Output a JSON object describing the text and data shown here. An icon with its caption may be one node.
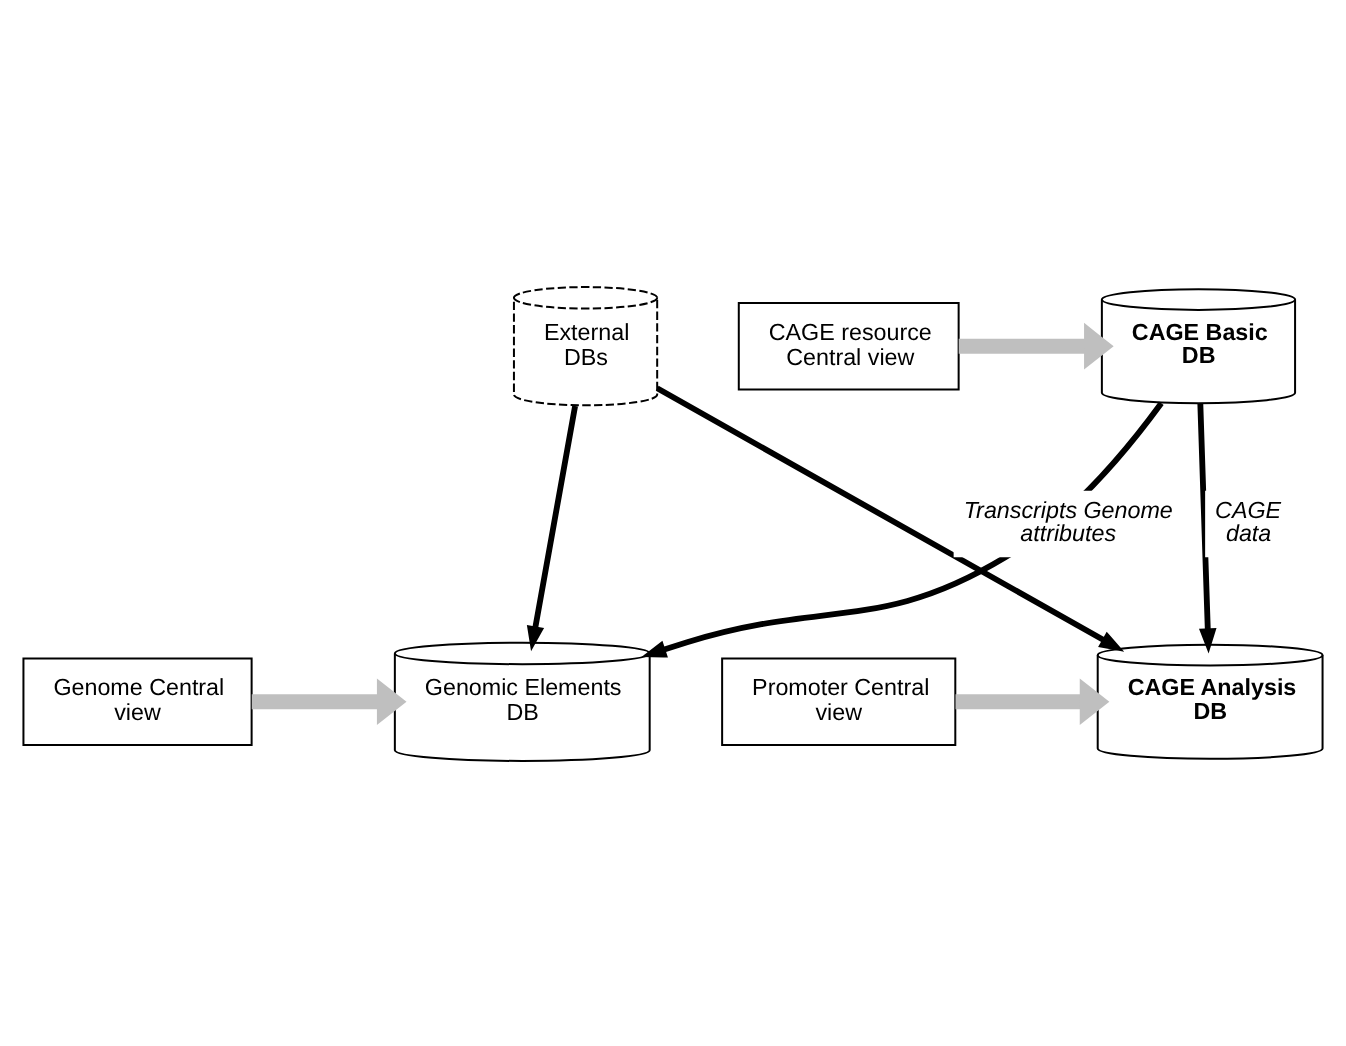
{
  "diagram": {
    "nodes": [
      {
        "text": [
          "CAGE resource Central view"
        ]
      },
      {
        "text": [
          "CAGE Basic DB"
        ]
      },
      {
        "text": [
          "External DBs"
        ]
      },
      {
        "text": [
          "Promoter Central view"
        ]
      },
      {
        "text": [
          "CAGE Analysis DB"
        ]
      },
      {
        "text": [
          "Genome Central view"
        ]
      },
      {
        "text": [
          "Genomic Elements DB"
        ]
      }
    ],
    "edges": [
      {
        "from": 0,
        "to": 1,
        "arrow": "to",
        "style": "thick",
        "color": "#bfbfbf"
      },
      {
        "from": 1,
        "to": 4,
        "arrow": "to",
        "label": "CAGE data"
      },
      {
        "from": 1,
        "to": 6,
        "arrow": "to"
      },
      {
        "from": 2,
        "to": 4,
        "arrow": "to",
        "label": "Transcripts Genome attributes"
      },
      {
        "from": 2,
        "to": 6,
        "arrow": "to"
      },
      {
        "from": 3,
        "to": 4,
        "arrow": "to",
        "style": "thick",
        "color": "#bfbfbf"
      },
      {
        "from": 5,
        "to": 6,
        "arrow": "to",
        "style": "thick",
        "color": "#bfbfbf"
      }
    ]
  }
}
